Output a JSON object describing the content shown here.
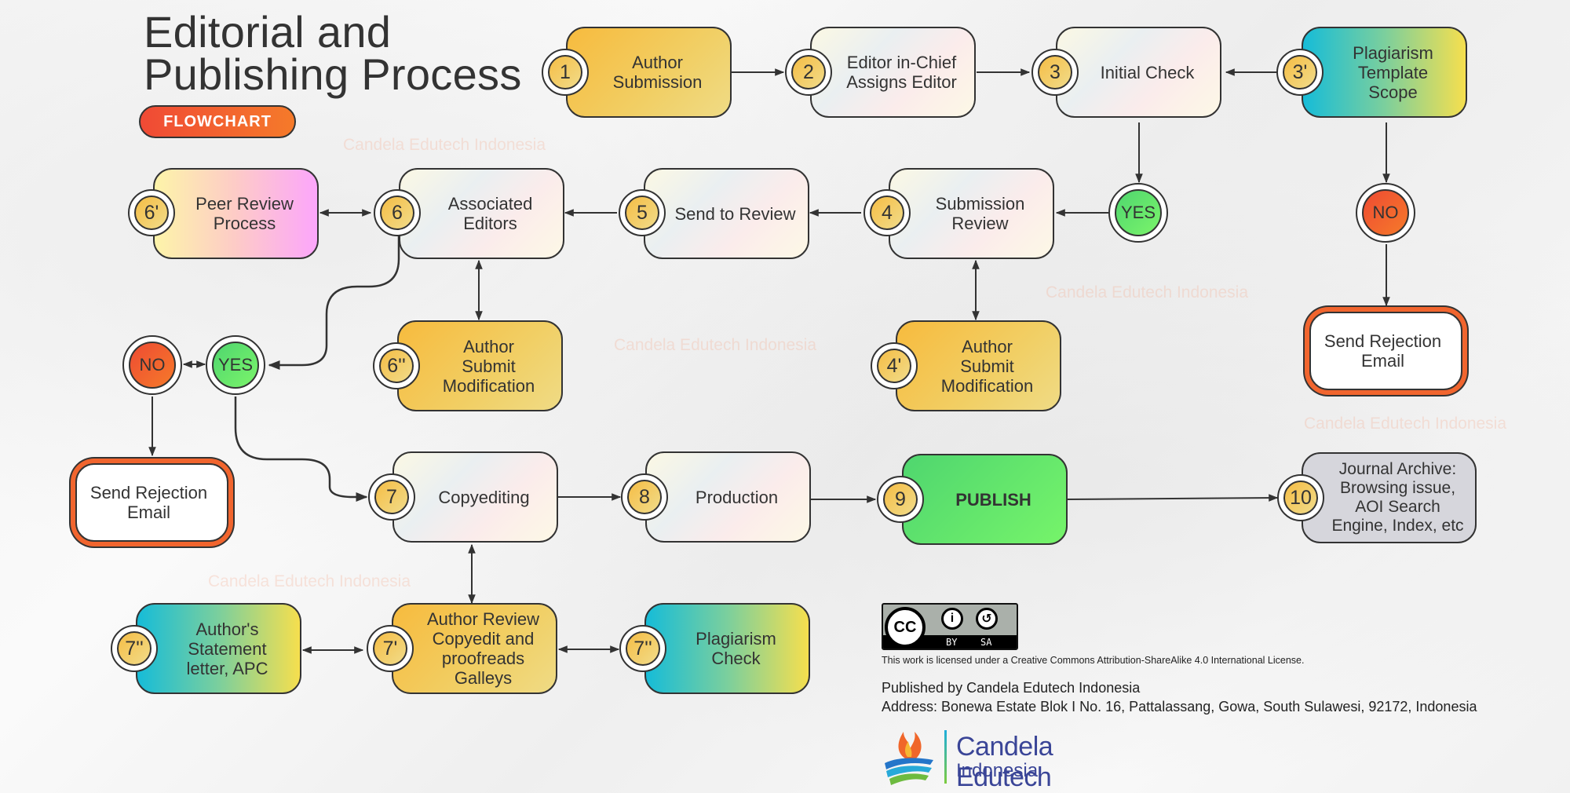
{
  "header": {
    "title_line1": "Editorial and",
    "title_line2": "Publishing Process",
    "badge": "FLOWCHART"
  },
  "watermark": "Candela Edutech Indonesia",
  "nodes": {
    "n1": {
      "num": "1",
      "label": "Author\nSubmission"
    },
    "n2": {
      "num": "2",
      "label": "Editor in-Chief\nAssigns Editor"
    },
    "n3": {
      "num": "3",
      "label": "Initial Check"
    },
    "n3p": {
      "num": "3'",
      "label": "Plagiarism\nTemplate\nScope"
    },
    "n4": {
      "num": "4",
      "label": "Submission\nReview"
    },
    "n4p": {
      "num": "4'",
      "label": "Author\nSubmit\nModification"
    },
    "n5": {
      "num": "5",
      "label": "Send to Review"
    },
    "n6": {
      "num": "6",
      "label": "Associated\nEditors"
    },
    "n6p": {
      "num": "6'",
      "label": "Peer Review\nProcess"
    },
    "n6pp": {
      "num": "6''",
      "label": "Author\nSubmit\nModification"
    },
    "n7": {
      "num": "7",
      "label": "Copyediting"
    },
    "n7p": {
      "num": "7'",
      "label": "Author Review\nCopyedit and\nproofreads\nGalleys"
    },
    "n7pp_a": {
      "num": "7''",
      "label": "Author's\nStatement\nletter, APC"
    },
    "n7pp_b": {
      "num": "7''",
      "label": "Plagiarism\nCheck"
    },
    "n8": {
      "num": "8",
      "label": "Production"
    },
    "n9": {
      "num": "9",
      "label": "PUBLISH"
    },
    "n10": {
      "num": "10",
      "label": "Journal Archive:\nBrowsing issue,\nAOI Search\nEngine, Index, etc"
    },
    "reject_right": {
      "label": "Send Rejection\nEmail"
    },
    "reject_left": {
      "label": "Send Rejection\nEmail"
    }
  },
  "decisions": {
    "yes_top": "YES",
    "no_top": "NO",
    "yes_left": "YES",
    "no_left": "NO"
  },
  "footer": {
    "cc_icon": "CC",
    "cc_by": "BY",
    "cc_sa": "SA",
    "license": "This work is licensed under a Creative Commons Attribution-ShareAlike 4.0 International License.",
    "published_by": "Published by Candela Edutech Indonesia",
    "address": "Address: Bonewa Estate Blok I No. 16, Pattalassang, Gowa, South Sulawesi, 92172, Indonesia",
    "logo_line1": "Candela Edutech",
    "logo_line2": "Indonesia"
  },
  "colors": {
    "stroke": "#333333",
    "orange_badge": "#f5bd45",
    "yes_green": "#5ede6c",
    "no_red": "#f05a30",
    "flowchart_pill": "#f25c30"
  }
}
